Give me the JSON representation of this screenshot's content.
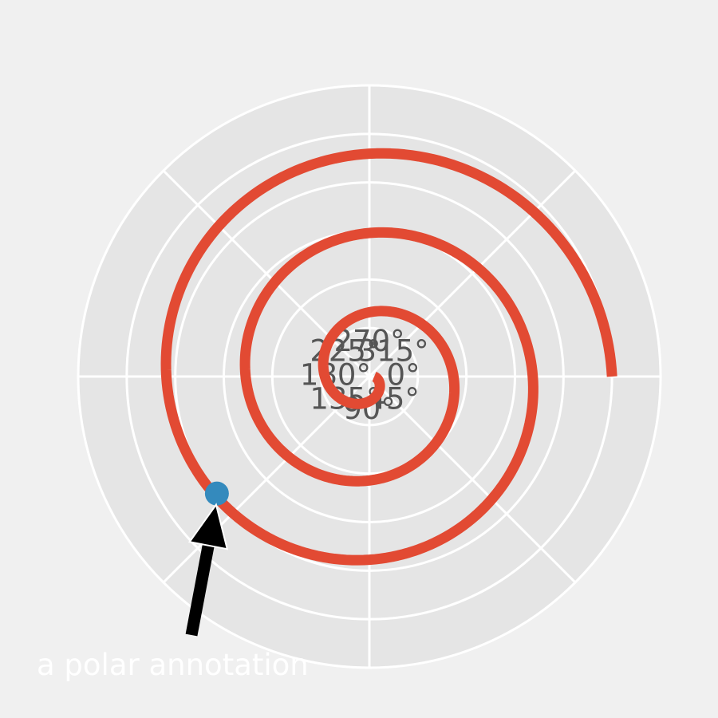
{
  "chart_data": {
    "type": "line",
    "projection": "polar",
    "title": "",
    "theta_direction": "clockwise",
    "theta_zero": "east",
    "theta_tick_labels": [
      "0°",
      "45°",
      "90°",
      "135°",
      "180°",
      "225°",
      "270°",
      "315°"
    ],
    "r_range": [
      0,
      3
    ],
    "r_grid_count": 6,
    "grid": true,
    "series": [
      {
        "color": "#E24A33",
        "r_start": 0.05,
        "r_end": 2.5,
        "turns_deg": [
          0,
          1080
        ]
      }
    ],
    "marked_point": {
      "theta_deg": 142.5,
      "r": 1.98,
      "color": "#348ABD"
    },
    "annotation": {
      "text": "a polar annotation",
      "arrow_color": "#000000",
      "text_color": "#ffffff"
    },
    "colors": {
      "background": "#f0f0f0",
      "axes_face": "#e5e5e5",
      "grid": "#ffffff",
      "tick_text": "#555555"
    }
  }
}
